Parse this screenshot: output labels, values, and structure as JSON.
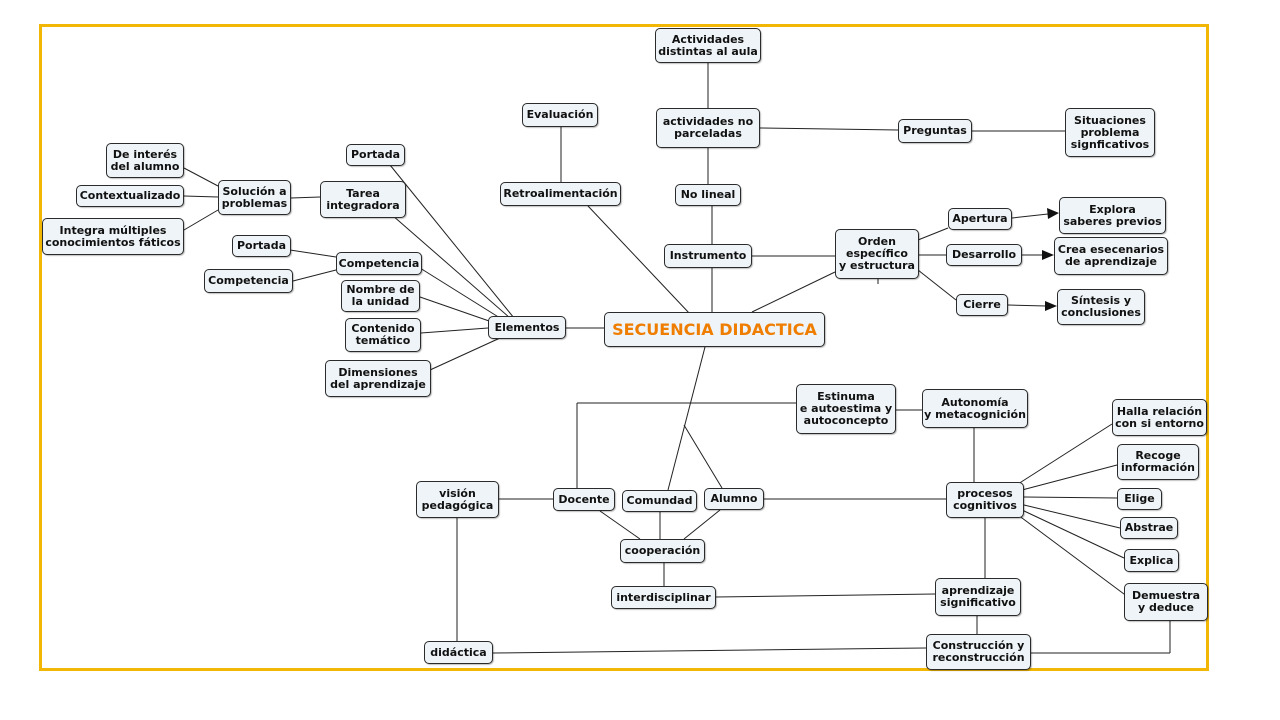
{
  "colors": {
    "frame": "#f2b705",
    "title": "#ef7d00",
    "node_fill": "#eef4f7",
    "node_border": "#2b2b2b",
    "edge": "#222222"
  },
  "nodes": {
    "secuencia": "SECUENCIA DIDACTICA",
    "actividades_distintas": "Actividades\ndistintas al aula",
    "actividades_no_parceladas": "actividades no\nparceladas",
    "evaluacion": "Evaluación",
    "retroalimentacion": "Retroalimentación",
    "no_lineal": "No lineal",
    "instrumento": "Instrumento",
    "preguntas": "Preguntas",
    "situaciones": "Situaciones\nproblema\nsignficativos",
    "orden": "Orden\nespecífico\ny estructura",
    "apertura": "Apertura",
    "desarrollo": "Desarrollo",
    "cierre": "Cierre",
    "explora": "Explora\nsaberes previos",
    "crea": "Crea esecenarios\nde aprendizaje",
    "sintesis": "Síntesis y\nconclusiones",
    "de_interes": "De interés\ndel alumno",
    "contextualizado": "Contextualizado",
    "integra": "Integra múltiples\nconocimientos fáticos",
    "solucion": "Solución a\nproblemas",
    "tarea": "Tarea\nintegradora",
    "portada_top": "Portada",
    "portada_left": "Portada",
    "competencia_left": "Competencia",
    "competencia": "Competencia",
    "nombre_unidad": "Nombre de\nla unidad",
    "contenido": "Contenido\ntemático",
    "dimensiones": "Dimensiones\ndel aprendizaje",
    "elementos": "Elementos",
    "estinuma": "Estinuma\ne autoestima y\nautoconcepto",
    "autonomia": "Autonomía\ny metacognición",
    "halla": "Halla relación\ncon si entorno",
    "recoge": "Recoge\ninformación",
    "elige": "Elige",
    "abstrae": "Abstrae",
    "explica": "Explica",
    "demuestra": "Demuestra\ny deduce",
    "procesos": "procesos\ncognitivos",
    "vision": "visión\npedagógica",
    "docente": "Docente",
    "comunidad": "Comundad",
    "alumno": "Alumno",
    "cooperacion": "cooperación",
    "interdisciplinar": "interdisciplinar",
    "aprendizaje": "aprendizaje\nsignificativo",
    "didactica": "didáctica",
    "construccion": "Construcción y\nreconstrucción"
  }
}
